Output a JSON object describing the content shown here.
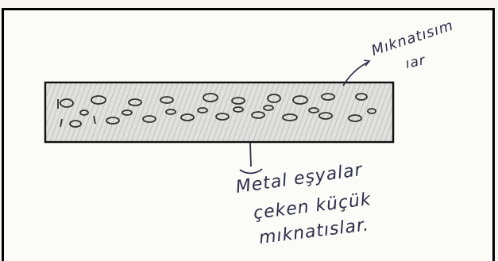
{
  "labels": {
    "magnet_label_line1": "Mıknatısım",
    "magnet_label_line2": "ıar",
    "description_line1": "Metal eşyalar",
    "description_line2": "çeken küçük",
    "description_line3": "mıknatıslar."
  },
  "colors": {
    "ink": "#2d2f4a",
    "pencil": "#6e6e6e",
    "border": "#000000"
  }
}
